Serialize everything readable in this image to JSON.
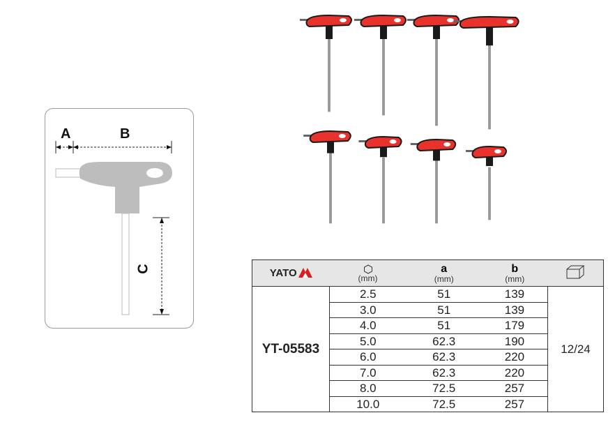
{
  "diagram": {
    "labels": {
      "a": "A",
      "b": "B",
      "c": "C"
    }
  },
  "table": {
    "brand": "YATO",
    "headers": {
      "size_icon": "hex-icon",
      "size_unit": "(mm)",
      "a": "a",
      "a_unit": "(mm)",
      "b": "b",
      "b_unit": "(mm)",
      "pack_icon": "box-icon"
    },
    "product_code": "YT-05583",
    "packaging": "12/24",
    "rows": [
      {
        "size": "2.5",
        "a": "51",
        "b": "139"
      },
      {
        "size": "3.0",
        "a": "51",
        "b": "139"
      },
      {
        "size": "4.0",
        "a": "51",
        "b": "179"
      },
      {
        "size": "5.0",
        "a": "62.3",
        "b": "190"
      },
      {
        "size": "6.0",
        "a": "62.3",
        "b": "220"
      },
      {
        "size": "7.0",
        "a": "62.3",
        "b": "220"
      },
      {
        "size": "8.0",
        "a": "72.5",
        "b": "257"
      },
      {
        "size": "10.0",
        "a": "72.5",
        "b": "257"
      }
    ]
  },
  "colors": {
    "handle_red": "#e8322b",
    "handle_black": "#1a1a1a",
    "header_bg": "#e6e6e6"
  }
}
